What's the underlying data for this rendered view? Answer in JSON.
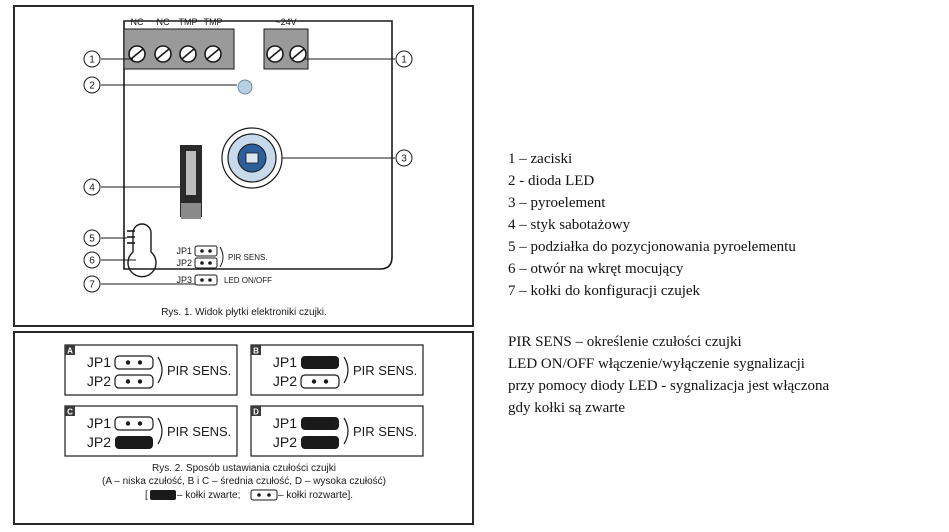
{
  "figure1": {
    "terminal_labels": [
      "NC",
      "NC",
      "TMP",
      "TMP"
    ],
    "power_label": "~24V",
    "callouts": [
      "1",
      "2",
      "3",
      "4",
      "5",
      "6",
      "7",
      "1"
    ],
    "jumpers": [
      {
        "label": "JP1"
      },
      {
        "label": "JP2"
      },
      {
        "label": "JP3"
      }
    ],
    "pir_sens_label": "PIR SENS.",
    "led_label": "LED ON/OFF",
    "caption": "Rys. 1. Widok płytki elektroniki czujki."
  },
  "figure2": {
    "panels": [
      {
        "letter": "A",
        "jp1_label": "JP1",
        "jp2_label": "JP2",
        "jp1_closed": false,
        "jp2_closed": false,
        "sens_label": "PIR SENS."
      },
      {
        "letter": "B",
        "jp1_label": "JP1",
        "jp2_label": "JP2",
        "jp1_closed": true,
        "jp2_closed": false,
        "sens_label": "PIR SENS."
      },
      {
        "letter": "C",
        "jp1_label": "JP1",
        "jp2_label": "JP2",
        "jp1_closed": false,
        "jp2_closed": true,
        "sens_label": "PIR SENS."
      },
      {
        "letter": "D",
        "jp1_label": "JP1",
        "jp2_label": "JP2",
        "jp1_closed": true,
        "jp2_closed": true,
        "sens_label": "PIR SENS."
      }
    ],
    "caption_line1": "Rys. 2. Sposób ustawiania czułości czujki",
    "caption_line2": "(A – niska czułość, B i C – średnia czułość, D – wysoka czułość)",
    "caption_line3_open": "[",
    "caption_line3_closed_text": " – kołki zwarte;",
    "caption_line3_open_text": " – kołki rozwarte]."
  },
  "legend": [
    "1 – zaciski",
    "2 - dioda LED",
    "3 –  pyroelement",
    "4 – styk sabotażowy",
    "5 – podziałka do pozycjonowania  pyroelementu",
    "6 – otwór na wkręt mocujący",
    "7 – kołki do konfiguracji czujek"
  ],
  "notes": [
    "PIR SENS – określenie czułości czujki",
    "LED ON/OFF włączenie/wyłączenie sygnalizacji",
    "przy pomocy diody LED - sygnalizacja jest włączona",
    "gdy kołki są zwarte"
  ],
  "colors": {
    "ink": "#1a1a1a",
    "pin": "#1a1a1a",
    "board_grey": "#9a9a9a",
    "led": "#b9cfe3",
    "pyro_ring": "#c7d9ea",
    "pyro_inner": "#2d5f9a",
    "badge": "#3a3a3a"
  }
}
